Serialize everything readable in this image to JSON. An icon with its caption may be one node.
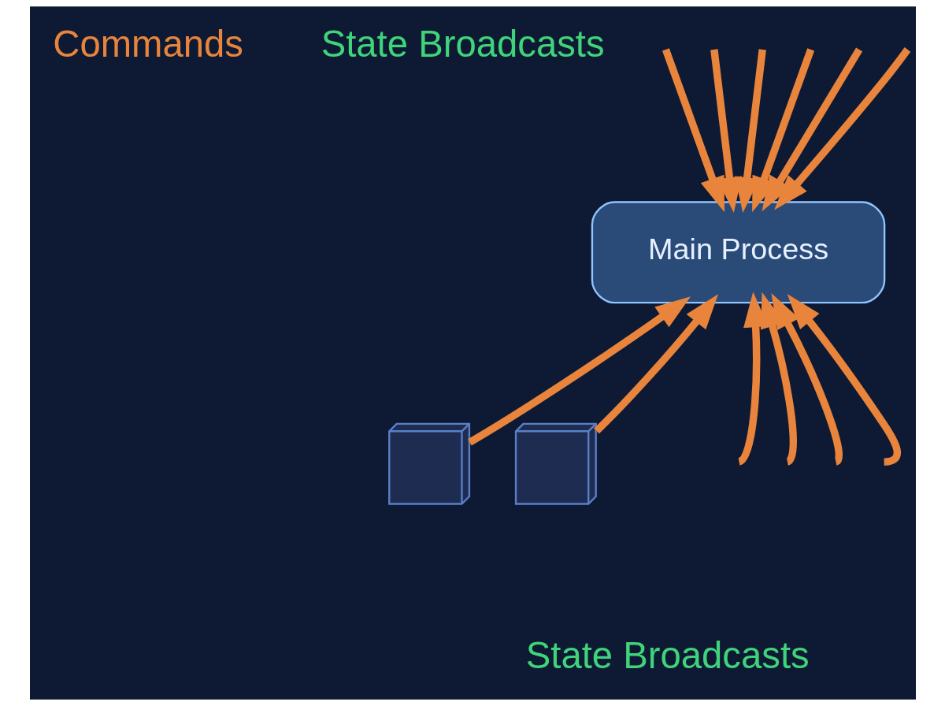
{
  "diagram": {
    "nodes": [
      {
        "text": [
          "Main Process"
        ]
      },
      {
        "text": [],
        "shape": "box"
      },
      {
        "text": [],
        "shape": "box"
      }
    ],
    "edges": [
      {
        "from": null,
        "to": 0,
        "arrow": "to"
      },
      {
        "from": null,
        "to": 0,
        "arrow": "to"
      },
      {
        "from": null,
        "to": 0,
        "arrow": "to"
      },
      {
        "from": null,
        "to": 0,
        "arrow": "to"
      },
      {
        "from": null,
        "to": 0,
        "arrow": "to"
      },
      {
        "from": null,
        "to": 0,
        "arrow": "to"
      },
      {
        "from": null,
        "to": 0,
        "arrow": "to"
      },
      {
        "from": null,
        "to": 0,
        "arrow": "to"
      },
      {
        "from": 1,
        "to": 0,
        "arrow": "to"
      },
      {
        "from": 2,
        "to": 0,
        "arrow": "to"
      },
      {
        "from": null,
        "to": 0,
        "arrow": "to"
      },
      {
        "from": null,
        "to": 0,
        "arrow": "to"
      }
    ],
    "labels": [
      "Commands",
      "State Broadcasts",
      "State Broadcasts"
    ]
  }
}
